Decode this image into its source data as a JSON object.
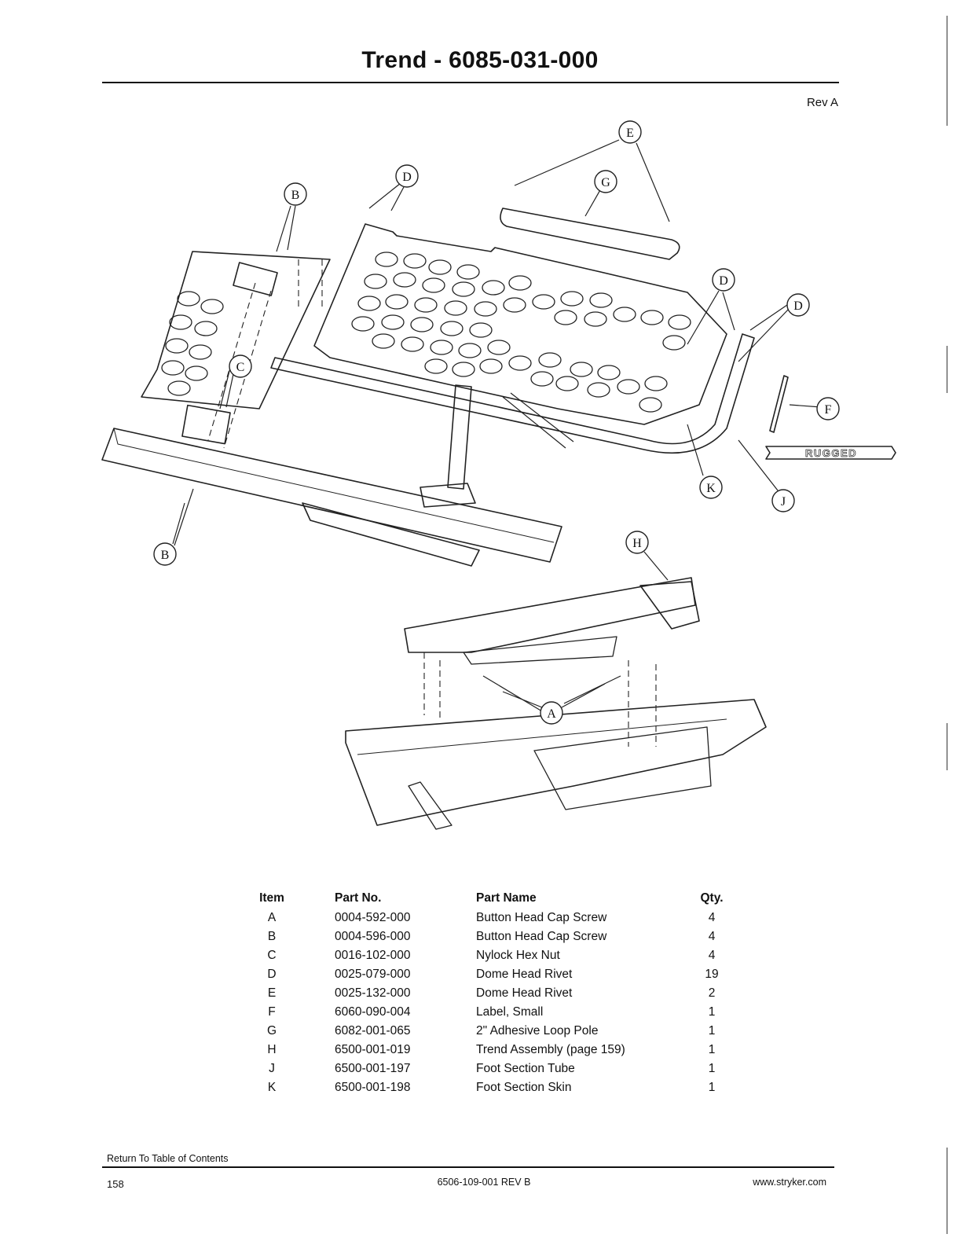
{
  "header": {
    "title": "Trend - 6085-031-000",
    "revision": "Rev A"
  },
  "callouts": {
    "A": "A",
    "B": "B",
    "C": "C",
    "D": "D",
    "E": "E",
    "F": "F",
    "G": "G",
    "H": "H",
    "J": "J",
    "K": "K"
  },
  "label_art_text": "RUGGED",
  "parts_table": {
    "headers": {
      "item": "Item",
      "part_no": "Part No.",
      "part_name": "Part Name",
      "qty": "Qty."
    },
    "rows": [
      {
        "item": "A",
        "part_no": "0004-592-000",
        "part_name": "Button Head Cap Screw",
        "qty": "4"
      },
      {
        "item": "B",
        "part_no": "0004-596-000",
        "part_name": "Button Head Cap Screw",
        "qty": "4"
      },
      {
        "item": "C",
        "part_no": "0016-102-000",
        "part_name": "Nylock Hex Nut",
        "qty": "4"
      },
      {
        "item": "D",
        "part_no": "0025-079-000",
        "part_name": "Dome Head Rivet",
        "qty": "19"
      },
      {
        "item": "E",
        "part_no": "0025-132-000",
        "part_name": "Dome Head Rivet",
        "qty": "2"
      },
      {
        "item": "F",
        "part_no": "6060-090-004",
        "part_name": "Label, Small",
        "qty": "1"
      },
      {
        "item": "G",
        "part_no": "6082-001-065",
        "part_name": "2\" Adhesive Loop Pole",
        "qty": "1"
      },
      {
        "item": "H",
        "part_no": "6500-001-019",
        "part_name": "Trend Assembly (page 159)",
        "qty": "1"
      },
      {
        "item": "J",
        "part_no": "6500-001-197",
        "part_name": "Foot Section Tube",
        "qty": "1"
      },
      {
        "item": "K",
        "part_no": "6500-001-198",
        "part_name": "Foot Section Skin",
        "qty": "1"
      }
    ]
  },
  "footer": {
    "toc_link": "Return To Table of Contents",
    "page_number": "158",
    "doc_number": "6506-109-001 REV B",
    "website": "www.stryker.com"
  }
}
